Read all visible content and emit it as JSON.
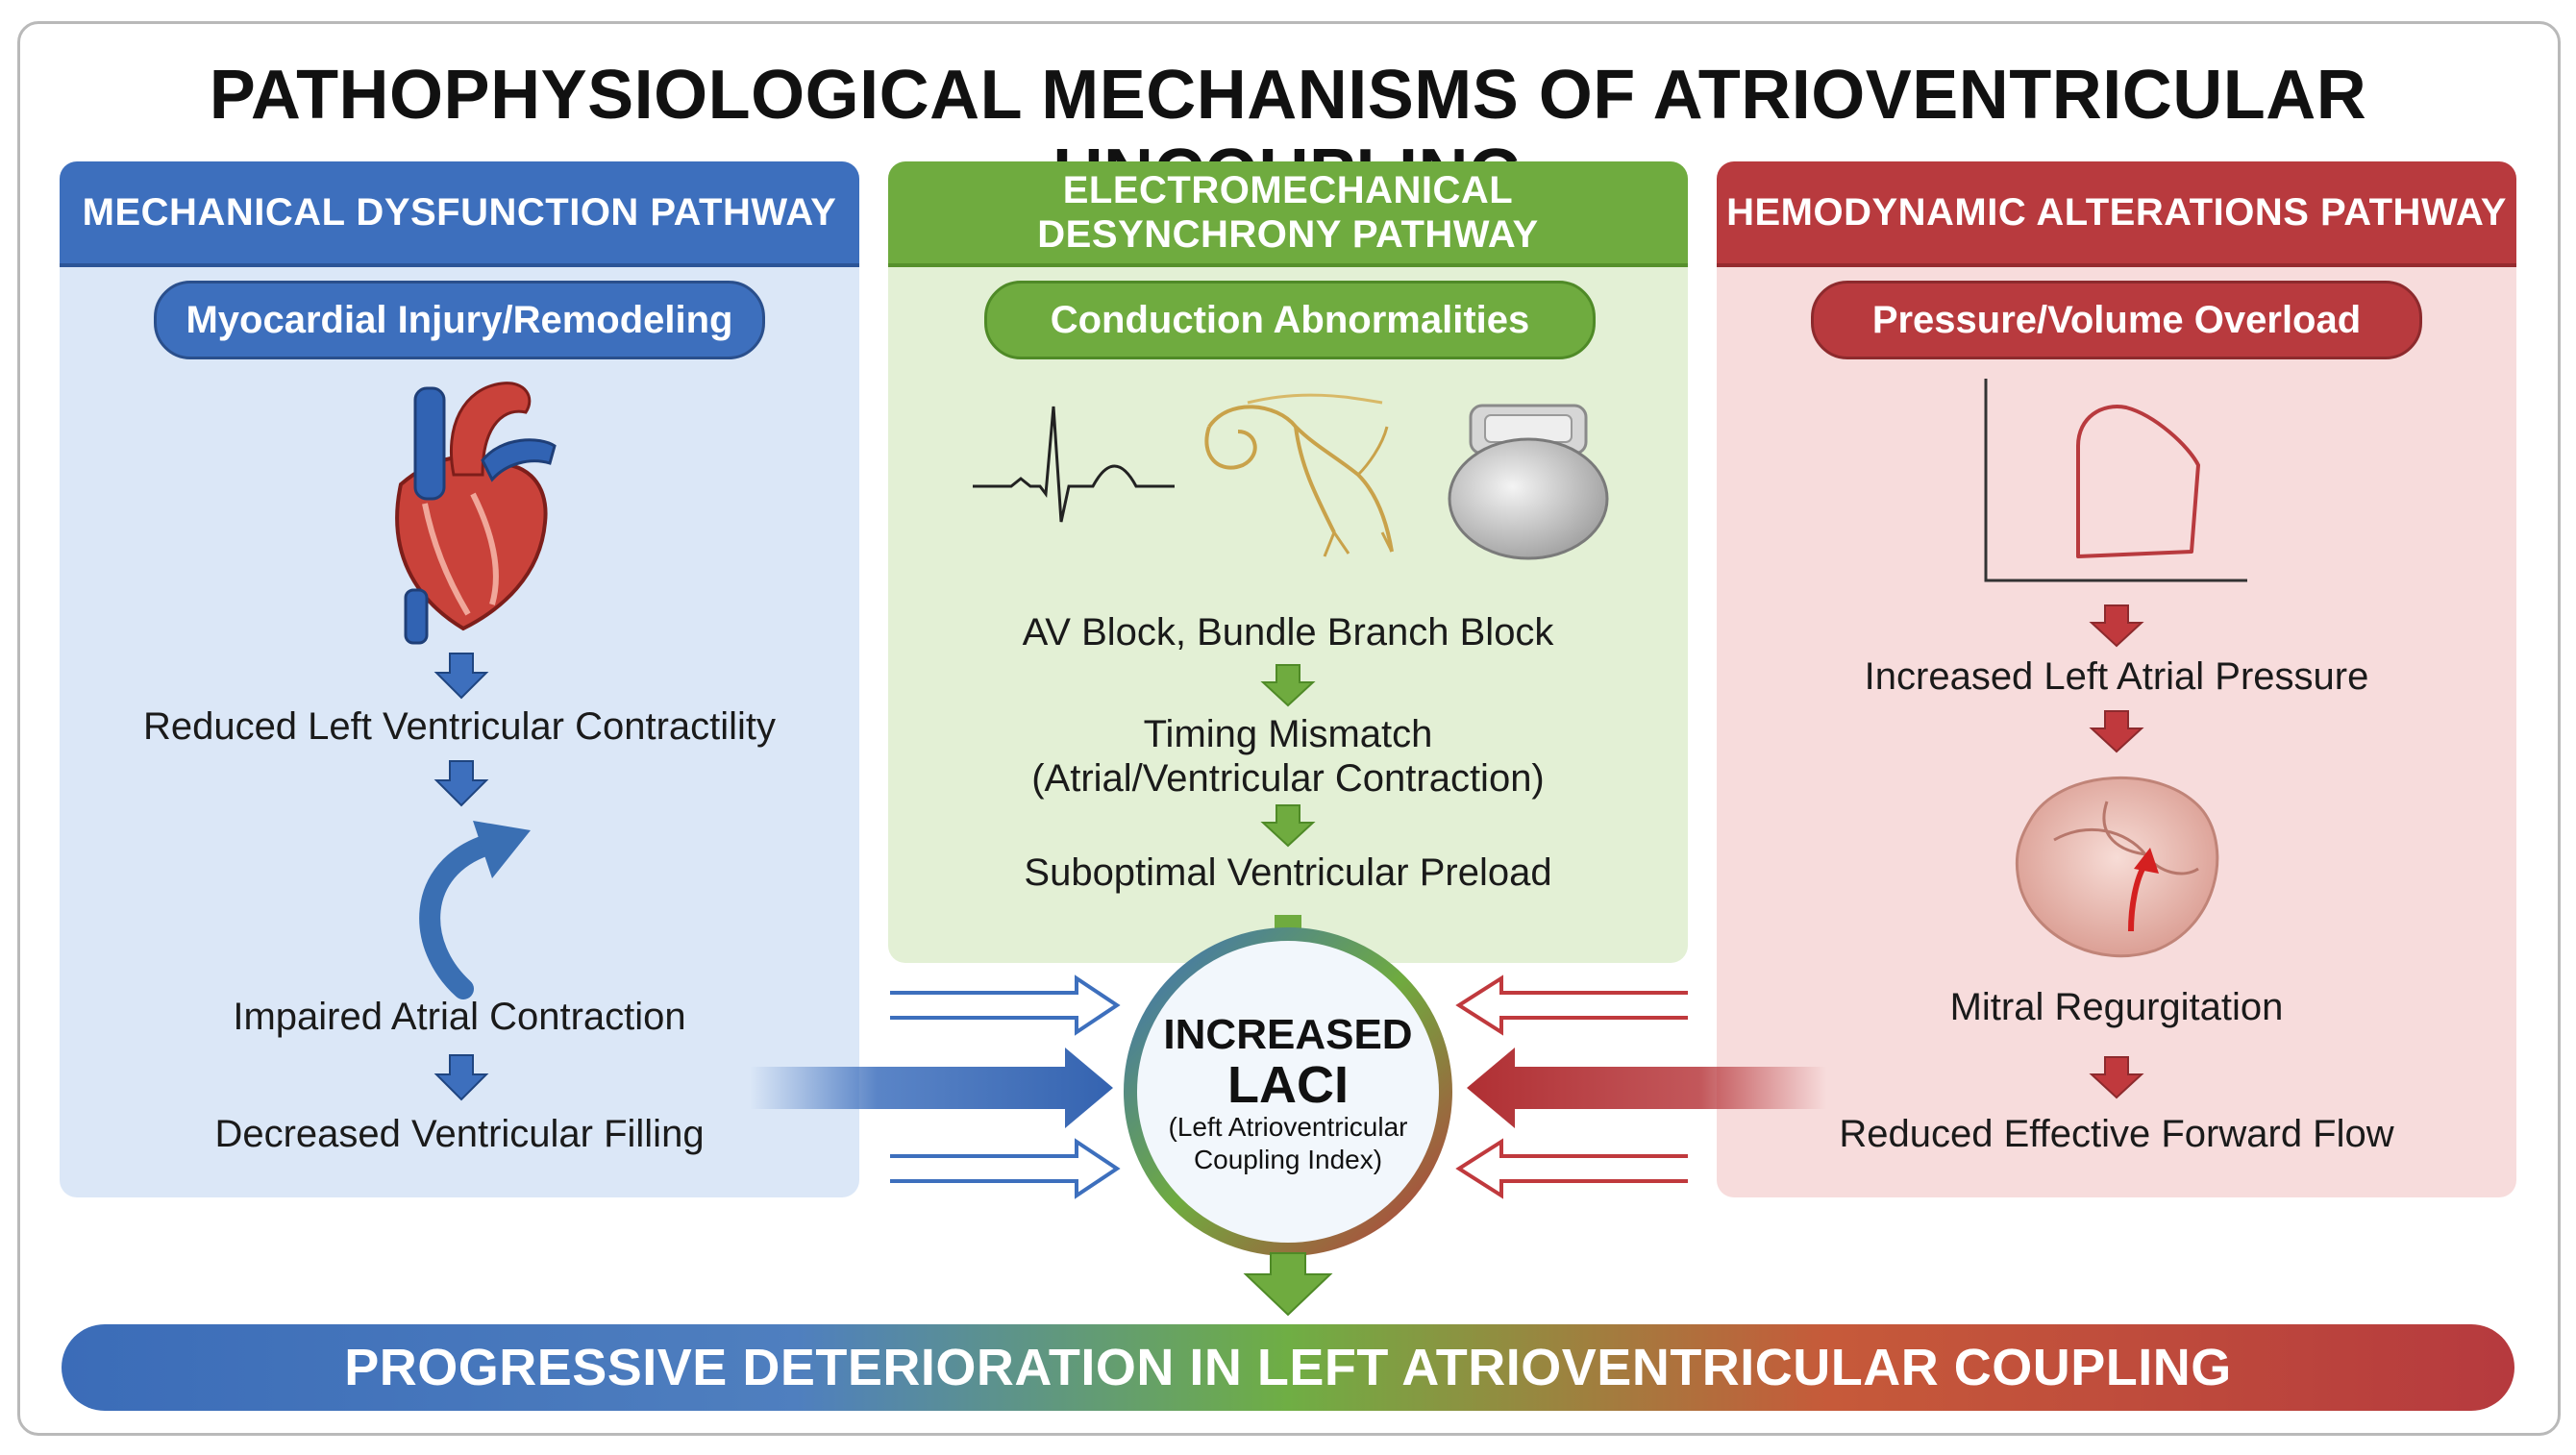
{
  "title": "PATHOPHYSIOLOGICAL MECHANISMS OF ATRIOVENTRICULAR UNCOUPLING",
  "mechanical": {
    "header": "MECHANICAL DYSFUNCTION PATHWAY",
    "pill": "Myocardial Injury/Remodeling",
    "step1": "Reduced Left Ventricular Contractility",
    "step2": "Impaired Atrial Contraction",
    "step3": "Decreased Ventricular Filling"
  },
  "electromechanical": {
    "header_line1": "ELECTROMECHANICAL",
    "header_line2": "DESYNCHRONY PATHWAY",
    "pill": "Conduction Abnormalities",
    "step1": "AV Block, Bundle Branch Block",
    "step2_line1": "Timing Mismatch",
    "step2_line2": "(Atrial/Ventricular Contraction)",
    "step3": "Suboptimal Ventricular Preload"
  },
  "hemodynamic": {
    "header": "HEMODYNAMIC ALTERATIONS PATHWAY",
    "pill": "Pressure/Volume Overload",
    "step1": "Increased Left Atrial Pressure",
    "step2": "Mitral Regurgitation",
    "step3": "Reduced Effective Forward Flow"
  },
  "center": {
    "line1": "INCREASED",
    "line2": "LACI",
    "line3": "(Left Atrioventricular",
    "line4": "Coupling Index)"
  },
  "bottom_banner": "PROGRESSIVE DETERIORATION IN LEFT ATRIOVENTRICULAR COUPLING",
  "colors": {
    "blue": "#3d6fbd",
    "green": "#6fab3f",
    "red": "#b83a3e"
  },
  "icons": [
    "heart-icon",
    "curved-arrow-icon",
    "ecg-icon",
    "conduction-system-icon",
    "pacemaker-icon",
    "pv-loop-icon",
    "mitral-valve-icon"
  ]
}
